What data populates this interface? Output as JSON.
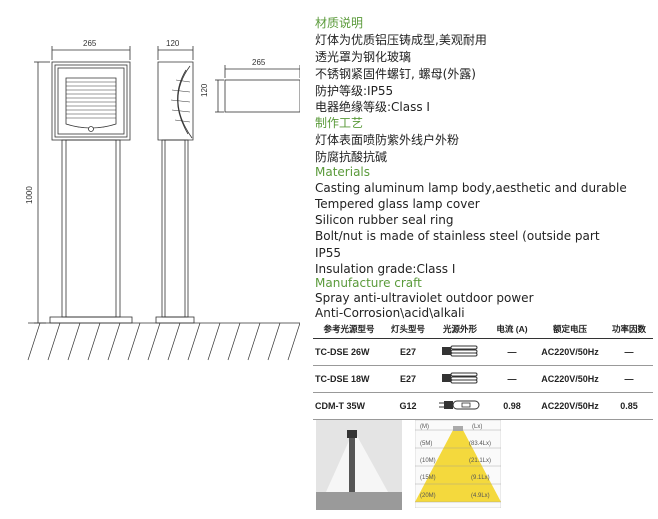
{
  "drawing": {
    "front_width": "265",
    "side_width": "120",
    "top_width": "265",
    "top_height": "120",
    "height": "1000"
  },
  "description_lines": [
    {
      "text": "材质说明",
      "heading": true
    },
    {
      "text": "灯体为优质铝压铸成型,美观耐用",
      "heading": false
    },
    {
      "text": "透光罩为钢化玻璃",
      "heading": false
    },
    {
      "text": "不锈钢紧固件螺钉, 螺母(外露)",
      "heading": false
    },
    {
      "text": "防护等级:IP55",
      "heading": false
    },
    {
      "text": "电器绝缘等级:Class I",
      "heading": false
    },
    {
      "text": "制作工艺",
      "heading": true
    },
    {
      "text": "灯体表面喷防紫外线户外粉",
      "heading": false
    },
    {
      "text": "防腐抗酸抗碱",
      "heading": false
    },
    {
      "text": "Materials",
      "heading": true
    },
    {
      "text": "Casting aluminum lamp body,aesthetic and durable",
      "heading": false
    },
    {
      "text": "Tempered glass lamp cover",
      "heading": false
    },
    {
      "text": "Silicon rubber seal ring",
      "heading": false
    },
    {
      "text": "Bolt/nut is made of stainless steel (outside part",
      "heading": false
    },
    {
      "text": "IP55",
      "heading": false
    },
    {
      "text": "Insulation grade:Class I",
      "heading": false
    },
    {
      "text": "Manufacture craft",
      "heading": true
    },
    {
      "text": "Spray anti-ultraviolet outdoor power",
      "heading": false
    },
    {
      "text": "Anti-Corrosion\\acid\\alkali",
      "heading": false
    }
  ],
  "spec_table": {
    "headers": [
      "参考光源型号",
      "灯头型号",
      "光源外形",
      "电流 (A)",
      "额定电压",
      "功率因数"
    ],
    "rows": [
      {
        "model": "TC-DSE 26W",
        "base": "E27",
        "lamp": "spiral-cfl-icon",
        "current": "—",
        "voltage": "AC220V/50Hz",
        "pf": "—"
      },
      {
        "model": "TC-DSE 18W",
        "base": "E27",
        "lamp": "spiral-cfl-icon",
        "current": "—",
        "voltage": "AC220V/50Hz",
        "pf": "—"
      },
      {
        "model": "CDM-T 35W",
        "base": "G12",
        "lamp": "metal-halide-icon",
        "current": "0.98",
        "voltage": "AC220V/50Hz",
        "pf": "0.85"
      }
    ]
  },
  "illuminance": [
    {
      "distance": "(M)",
      "lux": "(Lx)"
    },
    {
      "distance": "(5M)",
      "lux": "(83.4Lx)"
    },
    {
      "distance": "(10M)",
      "lux": "(21.1Lx)"
    },
    {
      "distance": "(15M)",
      "lux": "(9.1Lx)"
    },
    {
      "distance": "(20M)",
      "lux": "(4.9Lx)"
    }
  ],
  "colors": {
    "heading": "#5a9a3a",
    "beam": "#f2d21b"
  }
}
